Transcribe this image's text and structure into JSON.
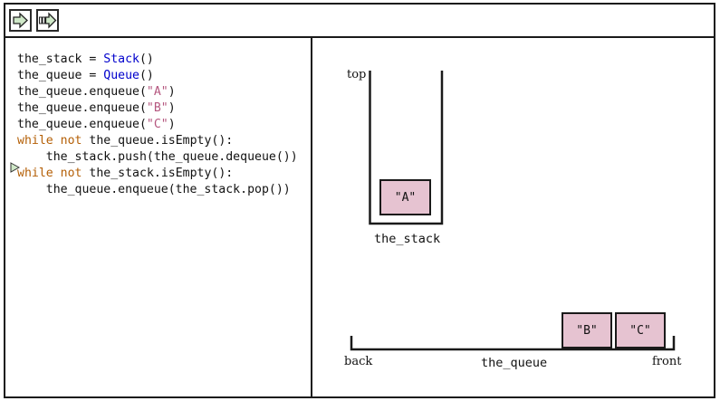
{
  "toolbar": {
    "buttons": [
      {
        "name": "step-forward",
        "icon": "arrow-right-icon"
      },
      {
        "name": "run-to-end",
        "icon": "fast-forward-icon"
      }
    ]
  },
  "code": {
    "current_line": 8,
    "lines": [
      {
        "segments": [
          {
            "t": "the_stack = ",
            "c": "plain"
          },
          {
            "t": "Stack",
            "c": "cls"
          },
          {
            "t": "()",
            "c": "plain"
          }
        ]
      },
      {
        "segments": [
          {
            "t": "the_queue = ",
            "c": "plain"
          },
          {
            "t": "Queue",
            "c": "cls"
          },
          {
            "t": "()",
            "c": "plain"
          }
        ]
      },
      {
        "segments": [
          {
            "t": "the_queue.enqueue(",
            "c": "plain"
          },
          {
            "t": "\"A\"",
            "c": "str"
          },
          {
            "t": ")",
            "c": "plain"
          }
        ]
      },
      {
        "segments": [
          {
            "t": "the_queue.enqueue(",
            "c": "plain"
          },
          {
            "t": "\"B\"",
            "c": "str"
          },
          {
            "t": ")",
            "c": "plain"
          }
        ]
      },
      {
        "segments": [
          {
            "t": "the_queue.enqueue(",
            "c": "plain"
          },
          {
            "t": "\"C\"",
            "c": "str"
          },
          {
            "t": ")",
            "c": "plain"
          }
        ]
      },
      {
        "segments": [
          {
            "t": "while",
            "c": "kw"
          },
          {
            "t": " ",
            "c": "plain"
          },
          {
            "t": "not",
            "c": "kw"
          },
          {
            "t": " the_queue.isEmpty():",
            "c": "plain"
          }
        ]
      },
      {
        "segments": [
          {
            "t": "    the_stack.push(the_queue.dequeue())",
            "c": "plain"
          }
        ]
      },
      {
        "segments": [
          {
            "t": "while",
            "c": "kw"
          },
          {
            "t": " ",
            "c": "plain"
          },
          {
            "t": "not",
            "c": "kw"
          },
          {
            "t": " the_stack.isEmpty():",
            "c": "plain"
          }
        ]
      },
      {
        "segments": [
          {
            "t": "    the_queue.enqueue(the_stack.pop())",
            "c": "plain"
          }
        ]
      }
    ]
  },
  "stack": {
    "name": "the_stack",
    "top_label": "top",
    "items": [
      "\"A\""
    ]
  },
  "queue": {
    "name": "the_queue",
    "back_label": "back",
    "front_label": "front",
    "items": [
      "\"B\"",
      "\"C\""
    ]
  },
  "colors": {
    "item_fill": "#e6c3d1",
    "keyword": "#b45f06",
    "class_name": "#0000cc",
    "string": "#b5577f",
    "pointer": "#cfe8c8",
    "button_icon": "#cfe8c8"
  }
}
